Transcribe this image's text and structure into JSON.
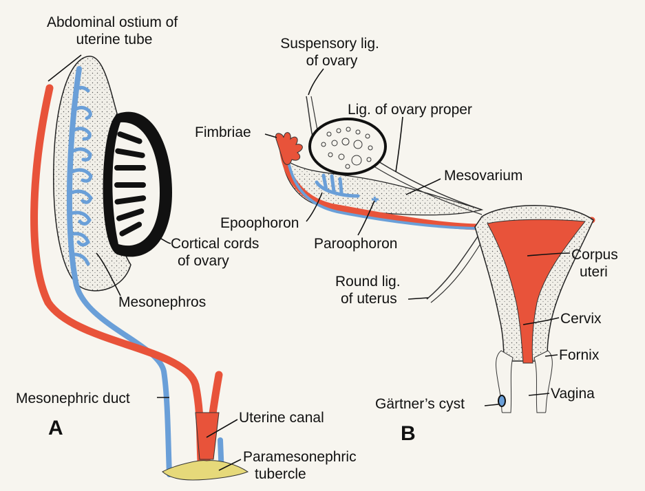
{
  "panels": {
    "a": {
      "letter": "A"
    },
    "b": {
      "letter": "B"
    }
  },
  "labels": {
    "abdominal_ostium": [
      "Abdominal ostium of",
      "uterine tube"
    ],
    "cortical_cords": [
      "Cortical cords",
      "of ovary"
    ],
    "mesonephros": "Mesonephros",
    "mesonephric_duct": "Mesonephric duct",
    "uterine_canal": "Uterine canal",
    "paramesonephric_tubercle": [
      "Paramesonephric",
      "tubercle"
    ],
    "suspensory_lig": [
      "Suspensory lig.",
      "of ovary"
    ],
    "lig_ovary_proper": "Lig. of ovary proper",
    "fimbriae": "Fimbriae",
    "mesovarium": "Mesovarium",
    "epoophoron": "Epoophoron",
    "paroophoron": "Paroophoron",
    "round_lig": [
      "Round lig.",
      "of uterus"
    ],
    "corpus_uteri": [
      "Corpus",
      "uteri"
    ],
    "cervix": "Cervix",
    "fornix": "Fornix",
    "gartners_cyst": "Gärtner’s cyst",
    "vagina": "Vagina"
  },
  "colors": {
    "paramesonephric": "#e8533a",
    "mesonephric": "#6a9fd8",
    "cortical": "#111111",
    "tubercle": "#e6d97a",
    "tissue": "#f1efe8"
  }
}
